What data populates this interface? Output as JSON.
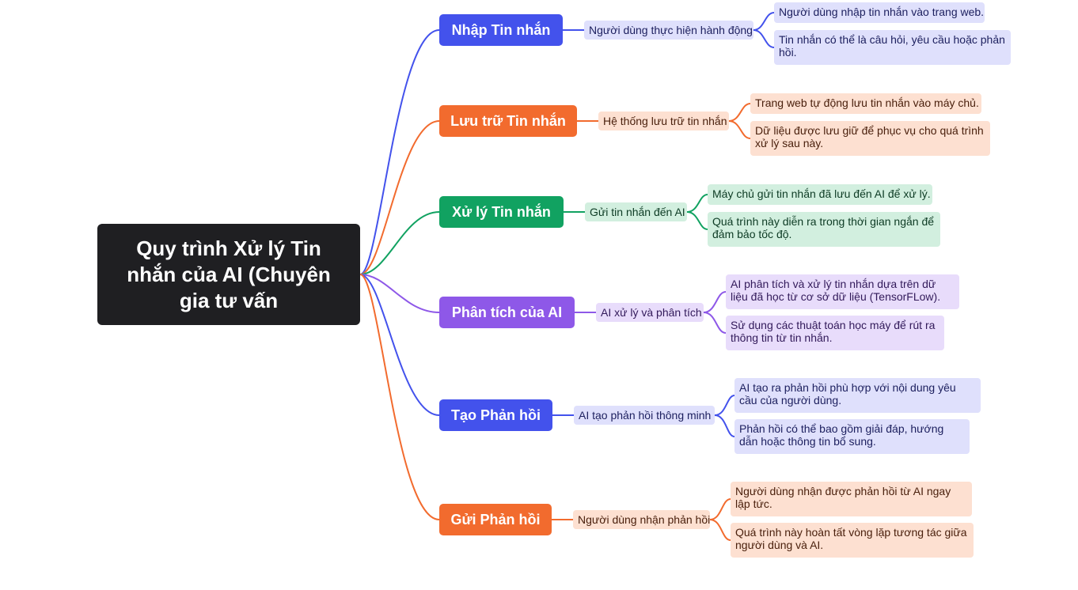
{
  "root": {
    "title": "Quy trình Xử lý Tin nhắn của AI (Chuyên gia tư vấn"
  },
  "colors": {
    "blue": "#4352ec",
    "orange": "#f26b2e",
    "green": "#11a261",
    "purple": "#8e58e8",
    "root": "#1f1f22"
  },
  "branches": [
    {
      "title": "Nhập Tin nhắn",
      "color": "blue",
      "mid": "Người dùng thực hiện hành động",
      "leaves": [
        "Người dùng nhập tin nhắn vào trang web.",
        "Tin nhắn có thể là câu hỏi, yêu cầu hoặc phản hồi."
      ]
    },
    {
      "title": "Lưu trữ Tin nhắn",
      "color": "orange",
      "mid": "Hệ thống lưu trữ tin nhắn",
      "leaves": [
        "Trang web tự động lưu tin nhắn vào máy chủ.",
        "Dữ liệu được lưu giữ để phục vụ cho quá trình xử lý sau này."
      ]
    },
    {
      "title": "Xử lý Tin nhắn",
      "color": "green",
      "mid": "Gửi tin nhắn đến AI",
      "leaves": [
        "Máy chủ gửi tin nhắn đã lưu đến AI để xử lý.",
        "Quá trình này diễn ra trong thời gian ngắn để đảm bảo tốc độ."
      ]
    },
    {
      "title": "Phân tích của AI",
      "color": "purple",
      "mid": "AI xử lý và phân tích",
      "leaves": [
        "AI phân tích và xử lý tin nhắn dựa trên dữ liệu đã học từ cơ sở dữ liệu (TensorFLow).",
        "Sử dụng các thuật toán học máy để rút ra thông tin từ tin nhắn."
      ]
    },
    {
      "title": "Tạo Phản hồi",
      "color": "blue",
      "mid": "AI tạo phản hồi thông minh",
      "leaves": [
        "AI tạo ra phản hồi phù hợp với nội dung yêu cầu của người dùng.",
        "Phản hồi có thể bao gồm giải đáp, hướng dẫn hoặc thông tin bổ sung."
      ]
    },
    {
      "title": "Gửi Phản hồi",
      "color": "orange",
      "mid": "Người dùng nhận phản hồi",
      "leaves": [
        "Người dùng nhận được phản hồi từ AI ngay lập tức.",
        "Quá trình này hoàn tất vòng lặp tương tác giữa người dùng và AI."
      ]
    }
  ]
}
